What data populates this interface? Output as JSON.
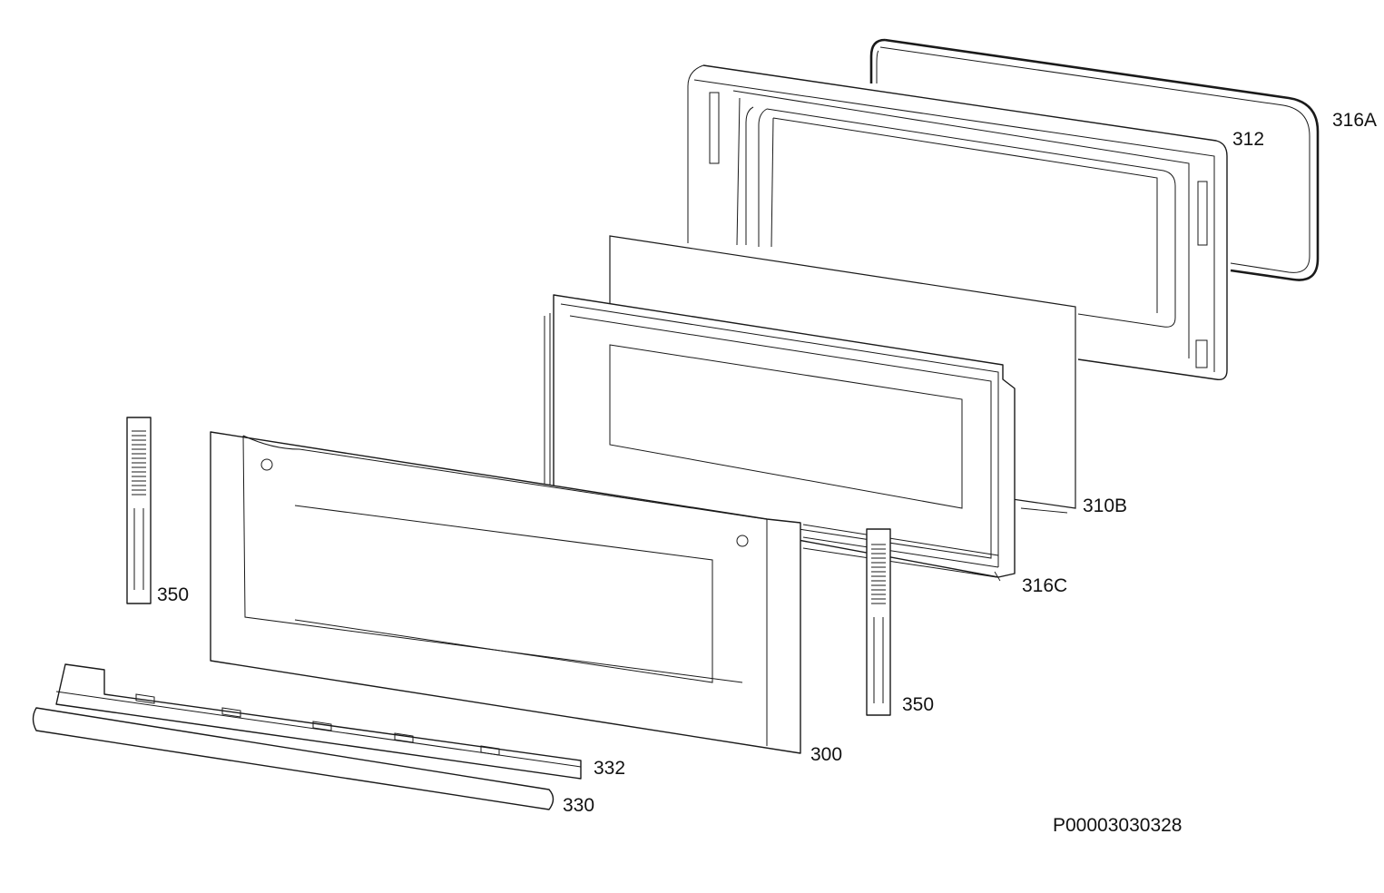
{
  "diagram": {
    "reference_code": "P00003030328",
    "callouts": {
      "gasket_outer": "316A",
      "inner_door": "312",
      "glass_pane": "310B",
      "gasket_frame": "316C",
      "outer_door": "300",
      "hinge_left": "350",
      "hinge_right": "350",
      "handle_support": "332",
      "handle_bar": "330"
    }
  }
}
